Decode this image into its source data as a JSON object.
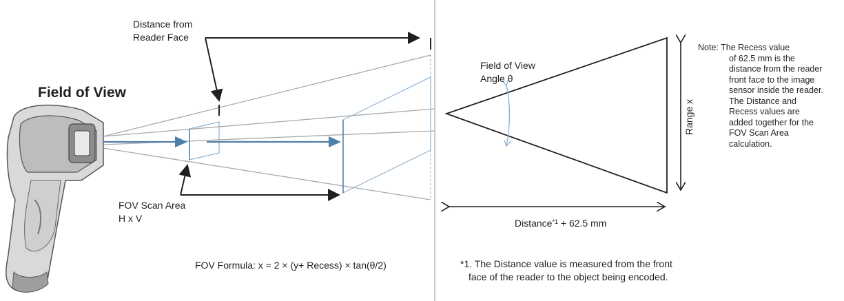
{
  "left_panel": {
    "title": "Field of View",
    "distance_label_line1": "Distance from",
    "distance_label_line2": "Reader Face",
    "scan_area_line1": "FOV Scan Area",
    "scan_area_line2": "H x V",
    "formula": "FOV Formula: x = 2 × (y+ Recess) × tan(θ/2)",
    "icons": [
      "barcode-scanner-icon"
    ]
  },
  "right_panel": {
    "angle_label_line1": "Field of View",
    "angle_label_line2": "Angle θ",
    "range_label": "Range x",
    "distance_label_prefix": "Distance",
    "distance_label_sup": "*1",
    "distance_label_suffix": " + 62.5 mm",
    "note_first": "Note: The Recess value",
    "note_lines": [
      "of 62.5 mm is the",
      "distance from the reader",
      "front face to the image",
      "sensor inside the reader.",
      "The Distance and",
      "Recess values are",
      "added together for the",
      "FOV Scan Area",
      "calculation."
    ],
    "footnote_line1": "*1. The Distance value is measured from the front",
    "footnote_line2": "face of the reader to the object being encoded."
  },
  "colors": {
    "arrow_blue": "#4f7fa8",
    "gray_line": "#a9a9a9",
    "black": "#231f20",
    "light_blue": "#8db3d3"
  }
}
